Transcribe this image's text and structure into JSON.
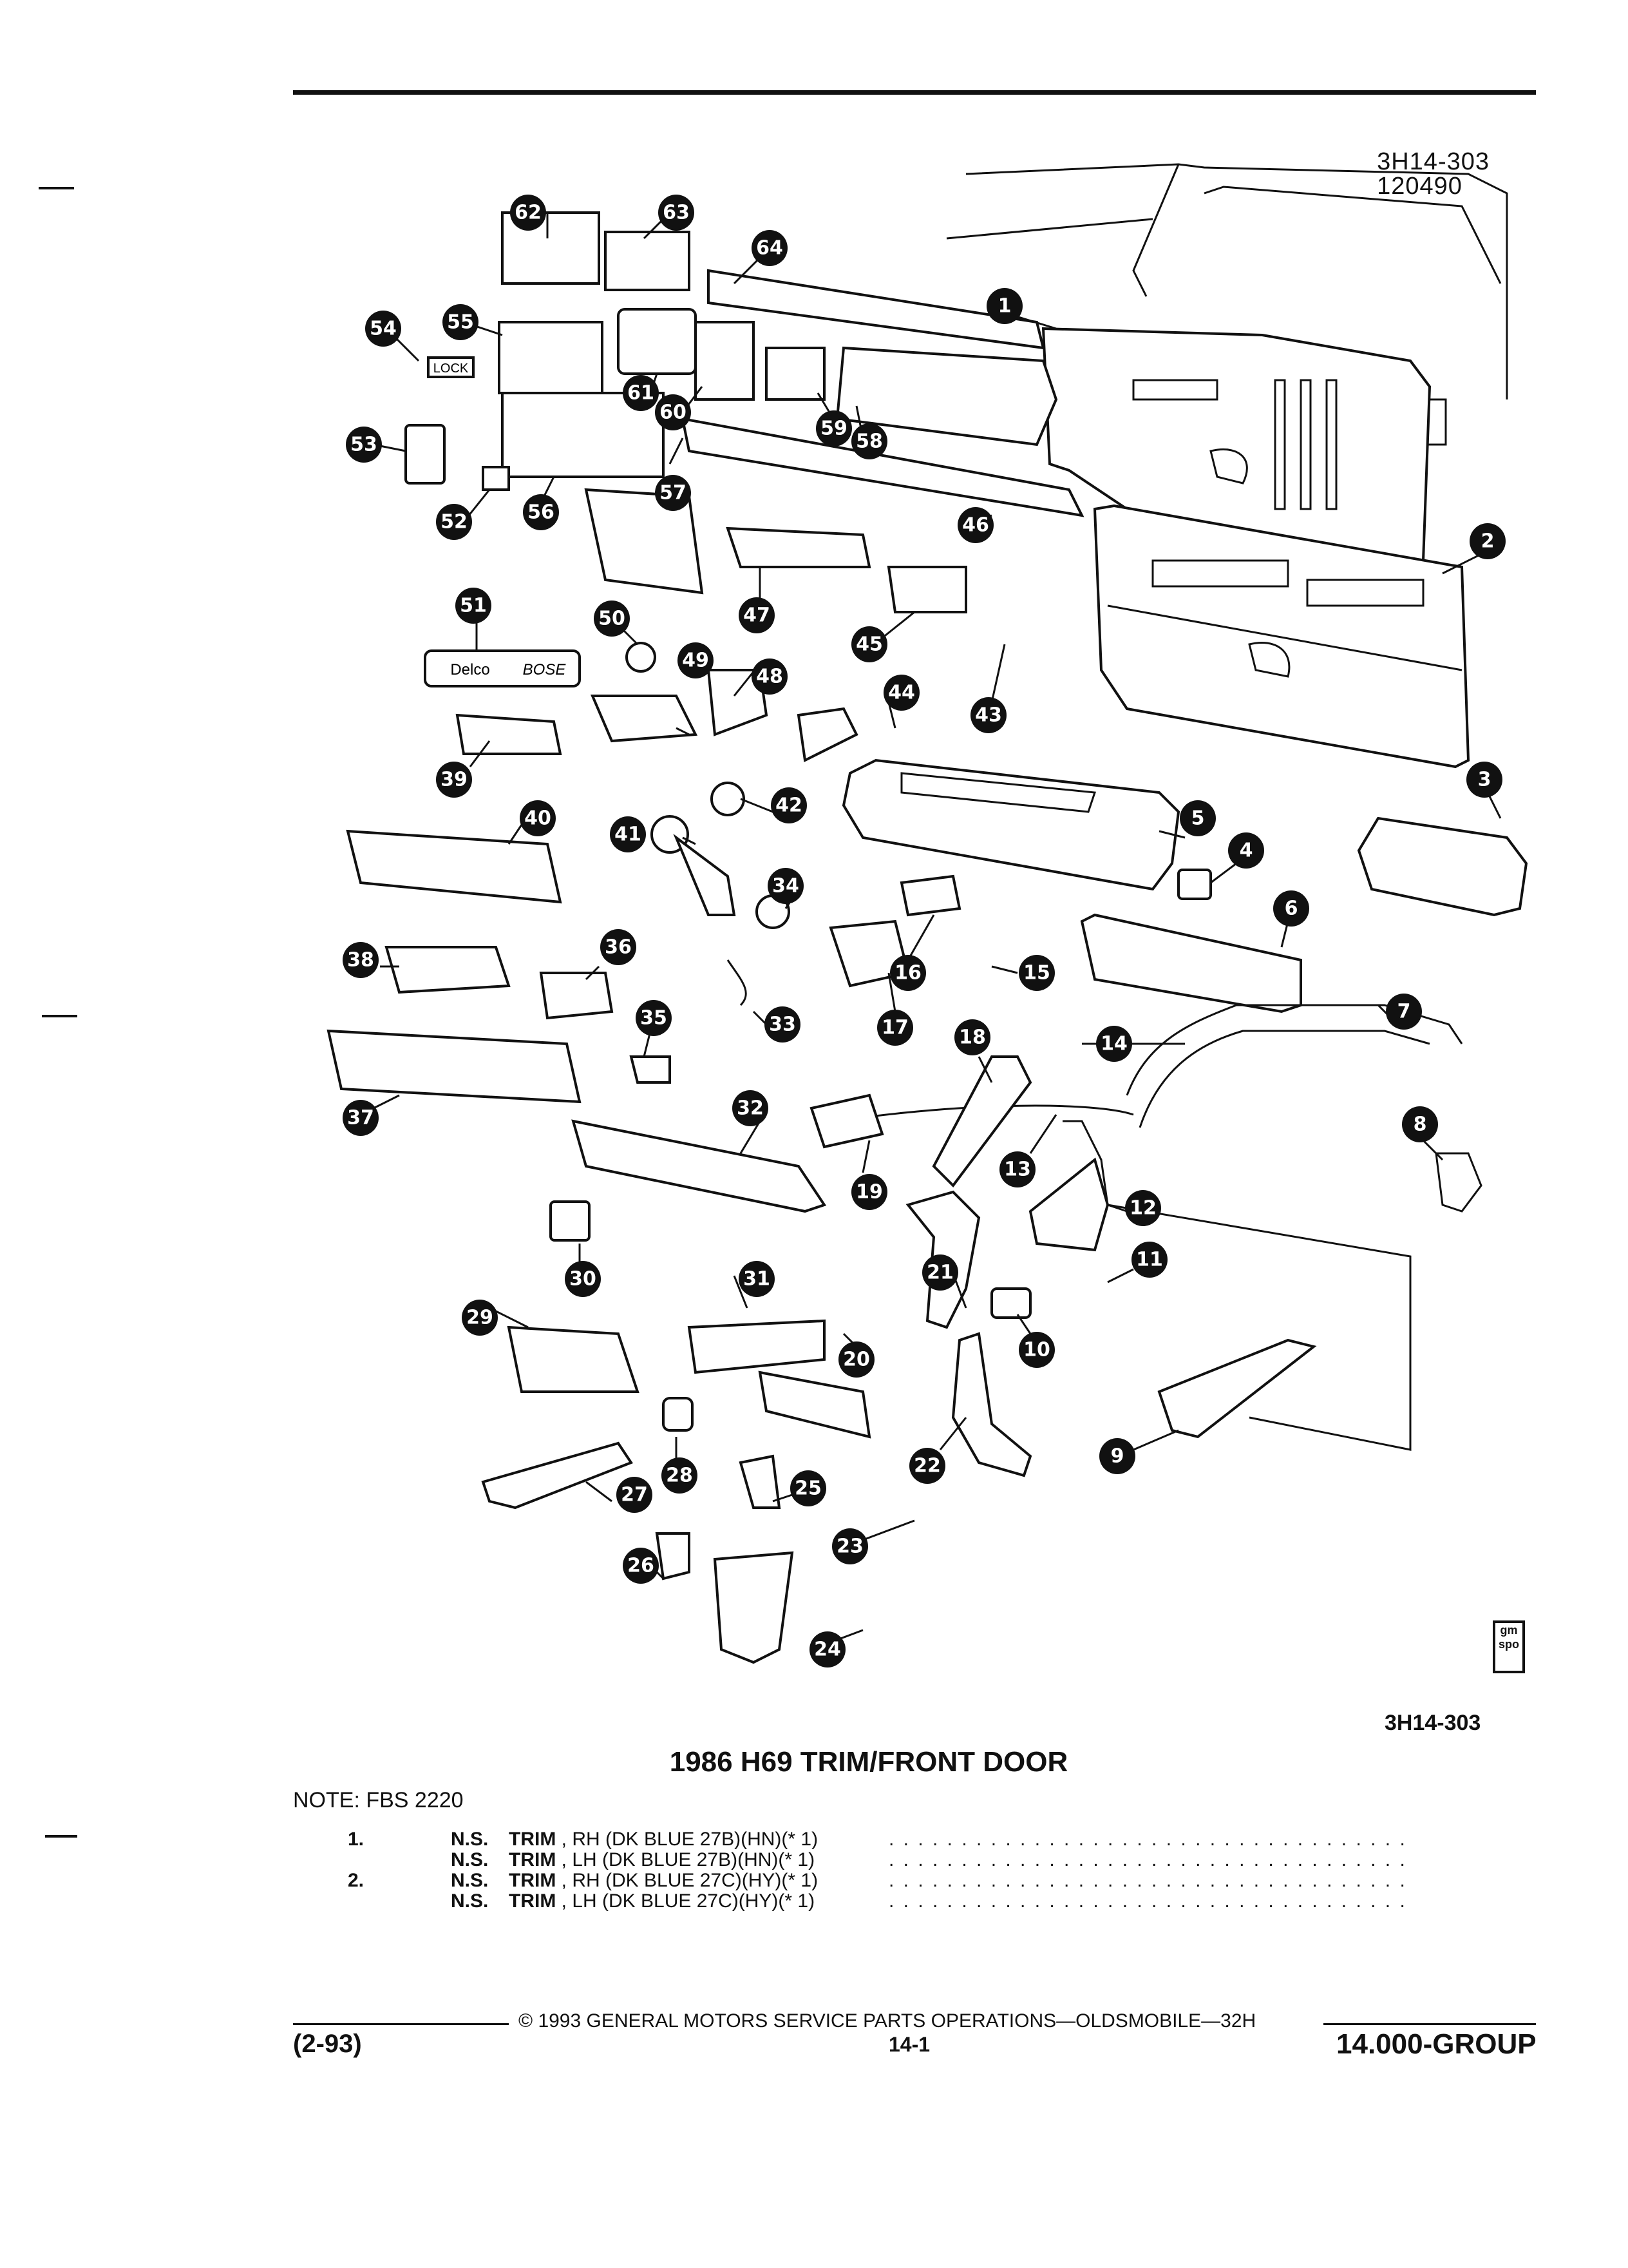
{
  "header": {
    "figure_ref": "3H14-303",
    "figure_code": "120490"
  },
  "diagram": {
    "callouts": [
      "1",
      "2",
      "3",
      "4",
      "5",
      "6",
      "7",
      "8",
      "9",
      "10",
      "11",
      "12",
      "13",
      "14",
      "15",
      "16",
      "17",
      "18",
      "19",
      "20",
      "21",
      "22",
      "23",
      "24",
      "25",
      "26",
      "27",
      "28",
      "29",
      "30",
      "31",
      "32",
      "33",
      "34",
      "35",
      "36",
      "37",
      "38",
      "39",
      "40",
      "41",
      "42",
      "43",
      "44",
      "45",
      "46",
      "47",
      "48",
      "49",
      "50",
      "51",
      "52",
      "53",
      "54",
      "55",
      "56",
      "57",
      "58",
      "59",
      "60",
      "61",
      "62",
      "63",
      "64"
    ],
    "label_lock": "LOCK",
    "label_delco": "Delco",
    "label_bose": "BOSE",
    "figure_ref_bottom": "3H14-303",
    "logo_text": "gm spo"
  },
  "title": "1986 H69 TRIM/FRONT DOOR",
  "note": "NOTE:  FBS 2220",
  "parts": [
    {
      "num": "1.",
      "ns": "N.S.",
      "name": "TRIM",
      "desc": ", RH (DK BLUE 27B)(HN)(* 1)"
    },
    {
      "num": "",
      "ns": "N.S.",
      "name": "TRIM",
      "desc": ", LH (DK BLUE 27B)(HN)(* 1)"
    },
    {
      "num": "2.",
      "ns": "N.S.",
      "name": "TRIM",
      "desc": ", RH (DK BLUE 27C)(HY)(* 1)"
    },
    {
      "num": "",
      "ns": "N.S.",
      "name": "TRIM",
      "desc": ", LH (DK BLUE 27C)(HY)(* 1)"
    }
  ],
  "dots": ". . . . . . . . . . . . . . . . . . . . . . . . . . . . . . . . . . . . . . . . . . . . . . . . . .",
  "footer": {
    "copyright": "©  1993  GENERAL MOTORS SERVICE PARTS OPERATIONS—OLDSMOBILE—32H",
    "date": "(2-93)",
    "page": "14-1",
    "group": "14.000-GROUP"
  }
}
